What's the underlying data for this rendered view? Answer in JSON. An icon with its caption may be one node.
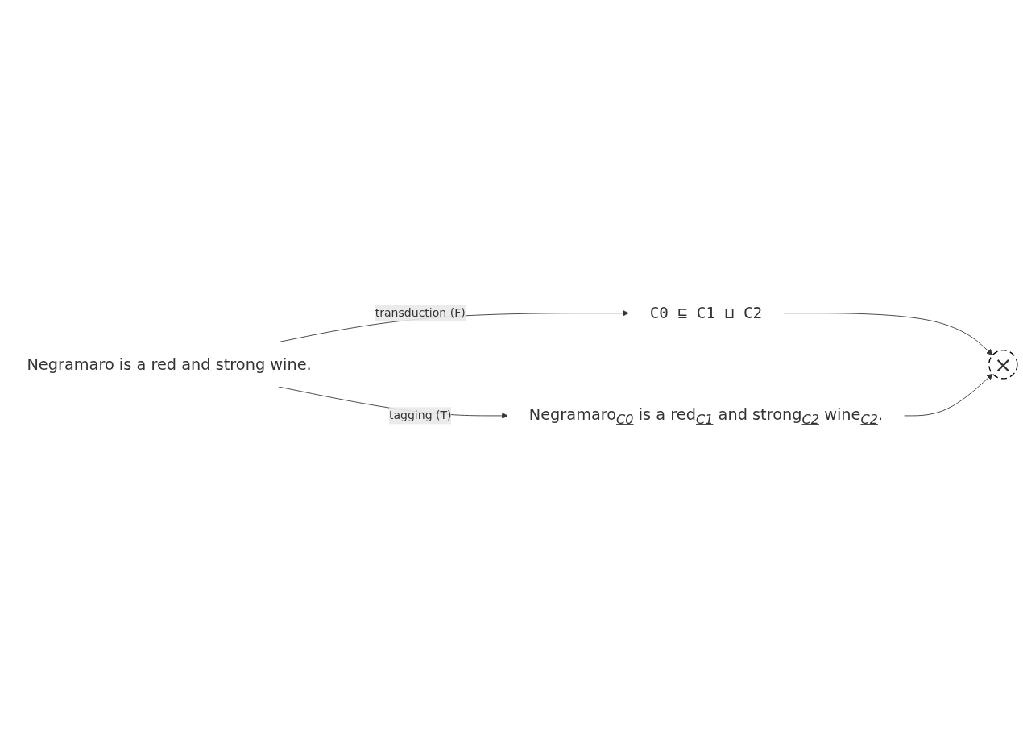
{
  "diagram": {
    "nodes": [
      {
        "text": [
          "Negramaro is a red and strong wine."
        ]
      },
      {
        "text": [
          "C0 ⊑ C1 ⊔ C2"
        ]
      },
      {
        "text": [
          "×"
        ]
      },
      {
        "text": [
          "Negramaro$_{C0}$ is a red$_{C1}$ and strong$_{C2}$ wine$_{C2}$."
        ]
      }
    ],
    "edges": [
      {
        "from": 0,
        "to": 1,
        "arrow": "to",
        "label": "transduction (F)"
      },
      {
        "from": 0,
        "to": 3,
        "arrow": "to",
        "label": "tagging (T)"
      },
      {
        "from": 1,
        "to": 2,
        "arrow": "to"
      },
      {
        "from": 3,
        "to": 2,
        "arrow": "to"
      }
    ]
  }
}
